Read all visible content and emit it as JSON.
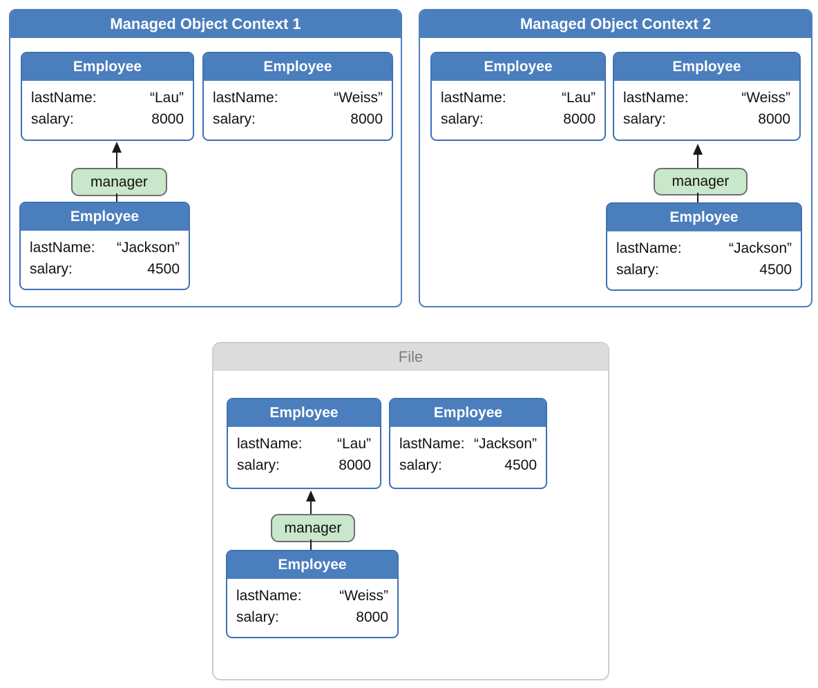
{
  "containers": {
    "moc1": {
      "title": "Managed Object Context 1",
      "relationship_label": "manager",
      "cards": {
        "lau": {
          "entity": "Employee",
          "rows": [
            {
              "label": "lastName:",
              "value": "“Lau”"
            },
            {
              "label": "salary:",
              "value": "8000"
            }
          ]
        },
        "weiss": {
          "entity": "Employee",
          "rows": [
            {
              "label": "lastName:",
              "value": "“Weiss”"
            },
            {
              "label": "salary:",
              "value": "8000"
            }
          ]
        },
        "jackson": {
          "entity": "Employee",
          "rows": [
            {
              "label": "lastName:",
              "value": "“Jackson”"
            },
            {
              "label": "salary:",
              "value": "4500"
            }
          ]
        }
      }
    },
    "moc2": {
      "title": "Managed Object Context 2",
      "relationship_label": "manager",
      "cards": {
        "lau": {
          "entity": "Employee",
          "rows": [
            {
              "label": "lastName:",
              "value": "“Lau”"
            },
            {
              "label": "salary:",
              "value": "8000"
            }
          ]
        },
        "weiss": {
          "entity": "Employee",
          "rows": [
            {
              "label": "lastName:",
              "value": "“Weiss”"
            },
            {
              "label": "salary:",
              "value": "8000"
            }
          ]
        },
        "jackson": {
          "entity": "Employee",
          "rows": [
            {
              "label": "lastName:",
              "value": "“Jackson”"
            },
            {
              "label": "salary:",
              "value": "4500"
            }
          ]
        }
      }
    },
    "file": {
      "title": "File",
      "relationship_label": "manager",
      "cards": {
        "lau": {
          "entity": "Employee",
          "rows": [
            {
              "label": "lastName:",
              "value": "“Lau”"
            },
            {
              "label": "salary:",
              "value": "8000"
            }
          ]
        },
        "jackson": {
          "entity": "Employee",
          "rows": [
            {
              "label": "lastName:",
              "value": "“Jackson”"
            },
            {
              "label": "salary:",
              "value": "4500"
            }
          ]
        },
        "weiss": {
          "entity": "Employee",
          "rows": [
            {
              "label": "lastName:",
              "value": "“Weiss”"
            },
            {
              "label": "salary:",
              "value": "8000"
            }
          ]
        }
      }
    }
  },
  "colors": {
    "entity_header_blue": "#4b7ebd",
    "entity_border_blue": "#3e71b3",
    "relationship_green": "#c9e7ca",
    "relationship_border_gray": "#6e6e6e",
    "file_header_gray": "#dcdcdc",
    "file_title_gray": "#7d7d7d",
    "arrow_black": "#1a1a1a"
  }
}
